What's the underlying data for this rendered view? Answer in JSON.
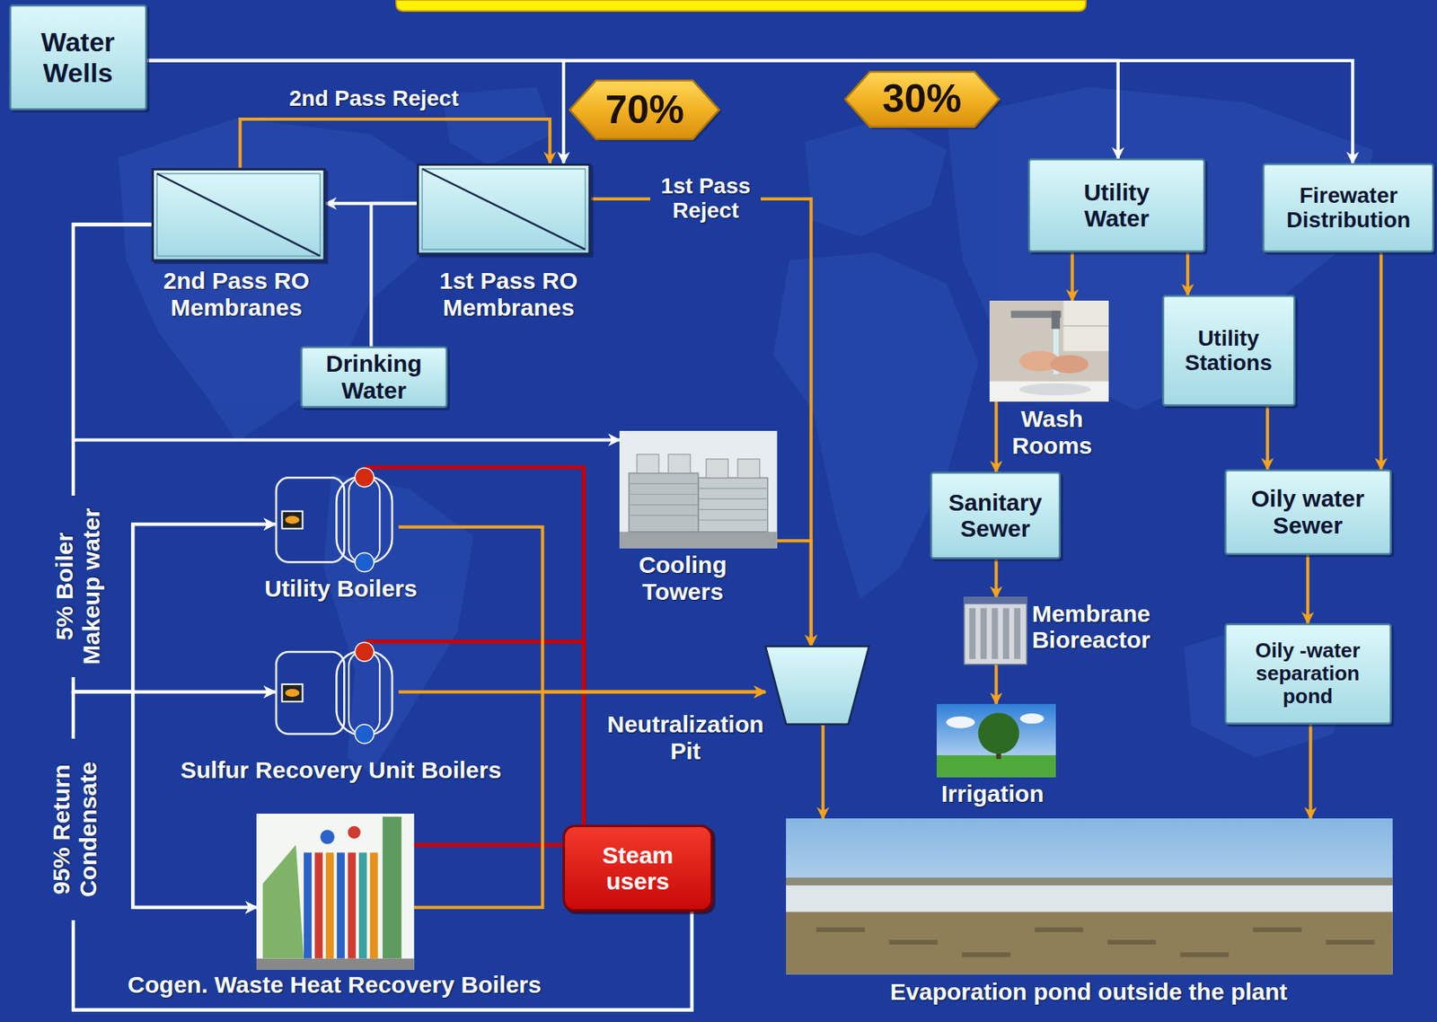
{
  "diagram": {
    "nodes": [
      {
        "text": [
          "Water Wells"
        ]
      },
      {
        "text": [
          "70%"
        ]
      },
      {
        "text": [
          "30%"
        ]
      },
      {
        "text": [
          "2nd Pass RO Membranes"
        ]
      },
      {
        "text": [
          "1st Pass RO Membranes"
        ]
      },
      {
        "text": [
          "Utility Water"
        ]
      },
      {
        "text": [
          "Firewater Distribution"
        ]
      },
      {
        "text": [
          "Wash Rooms"
        ]
      },
      {
        "text": [
          "Utility Stations"
        ]
      },
      {
        "text": [
          "Drinking Water"
        ]
      },
      {
        "text": [
          "Cooling Towers"
        ]
      },
      {
        "text": [
          "Sanitary Sewer"
        ]
      },
      {
        "text": [
          "Oily water Sewer"
        ]
      },
      {
        "text": [
          "Utility Boilers"
        ]
      },
      {
        "text": [
          "Membrane Bioreactor"
        ]
      },
      {
        "text": [
          "Oily -water separation pond"
        ]
      },
      {
        "text": [
          "Neutralization Pit"
        ]
      },
      {
        "text": [
          "Sulfur Recovery Unit Boilers"
        ]
      },
      {
        "text": [
          "Irrigation"
        ]
      },
      {
        "text": [
          "Steam users"
        ]
      },
      {
        "text": [
          "Evaporation pond outside the plant"
        ]
      },
      {
        "text": [
          "Cogen. Waste Heat Recovery Boilers"
        ]
      }
    ],
    "edges": [
      {
        "from": 0,
        "to": 4,
        "arrow": "to"
      },
      {
        "from": 0,
        "to": 5,
        "arrow": "to"
      },
      {
        "from": 0,
        "to": 6,
        "arrow": "to"
      },
      {
        "from": 4,
        "to": 3,
        "arrow": "to"
      },
      {
        "from": 4,
        "to": 9,
        "arrow": "none"
      },
      {
        "from": 3,
        "to": 4,
        "label": "2nd Pass Reject",
        "arrow": "to"
      },
      {
        "from": 4,
        "to": 16,
        "label": "1st Pass Reject",
        "arrow": "to"
      },
      {
        "from": 3,
        "to": 10,
        "arrow": "to"
      },
      {
        "from": 3,
        "to": 13,
        "label": "5% Boiler Makeup water",
        "arrow": "to"
      },
      {
        "from": 3,
        "to": 17,
        "arrow": "to"
      },
      {
        "from": 3,
        "to": 21,
        "arrow": "to"
      },
      {
        "from": 19,
        "to": 13,
        "label": "95% Return Condensate",
        "arrow": "to"
      },
      {
        "from": 19,
        "to": 17,
        "arrow": "to"
      },
      {
        "from": 19,
        "to": 21,
        "arrow": "to"
      },
      {
        "from": 13,
        "to": 19,
        "arrow": "none"
      },
      {
        "from": 17,
        "to": 19,
        "arrow": "none"
      },
      {
        "from": 21,
        "to": 19,
        "arrow": "none"
      },
      {
        "from": 13,
        "to": 16,
        "arrow": "to"
      },
      {
        "from": 17,
        "to": 16,
        "arrow": "to"
      },
      {
        "from": 21,
        "to": 16,
        "arrow": "to"
      },
      {
        "from": 10,
        "to": 16,
        "arrow": "to"
      },
      {
        "from": 16,
        "to": 20,
        "arrow": "to"
      },
      {
        "from": 5,
        "to": 7,
        "arrow": "to"
      },
      {
        "from": 5,
        "to": 8,
        "arrow": "to"
      },
      {
        "from": 7,
        "to": 11,
        "arrow": "to"
      },
      {
        "from": 11,
        "to": 14,
        "arrow": "to"
      },
      {
        "from": 14,
        "to": 18,
        "arrow": "to"
      },
      {
        "from": 8,
        "to": 12,
        "arrow": "to"
      },
      {
        "from": 6,
        "to": 12,
        "arrow": "to"
      },
      {
        "from": 12,
        "to": 15,
        "arrow": "to"
      },
      {
        "from": 15,
        "to": 20,
        "arrow": "to"
      }
    ]
  }
}
